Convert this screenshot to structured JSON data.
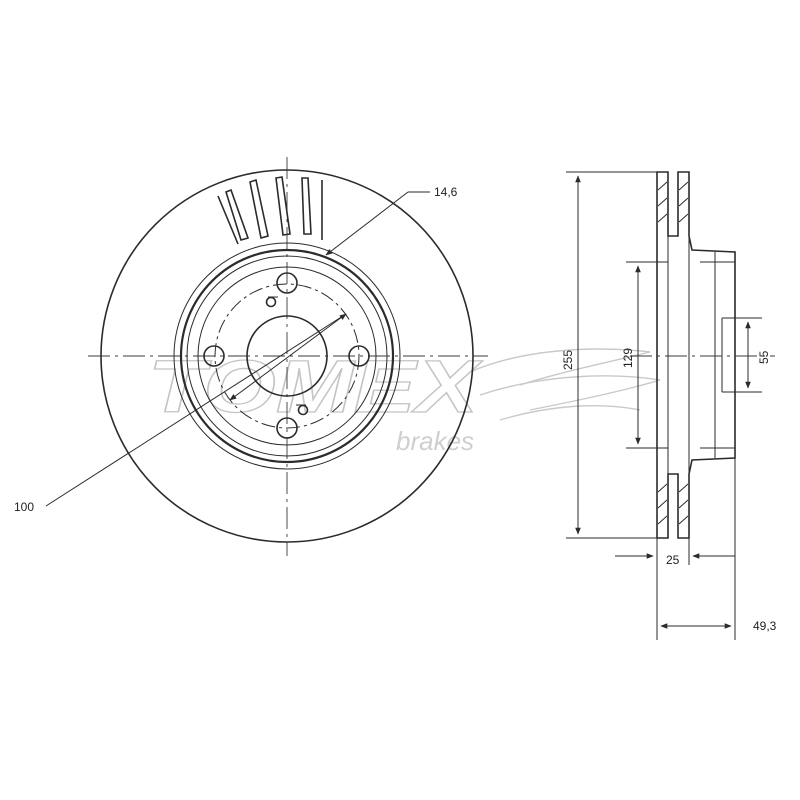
{
  "watermark": {
    "brand": "TOMEX",
    "sub": "brakes"
  },
  "dimensions": {
    "outer_diameter": "255",
    "hub_height": "129",
    "centre_bore": "55",
    "thickness": "25",
    "total_height": "49,3",
    "bolt_hole": "14,6",
    "pitch_circle": "100"
  },
  "colors": {
    "line": "#2b2b2b",
    "watermark": "#c9c9c9"
  }
}
